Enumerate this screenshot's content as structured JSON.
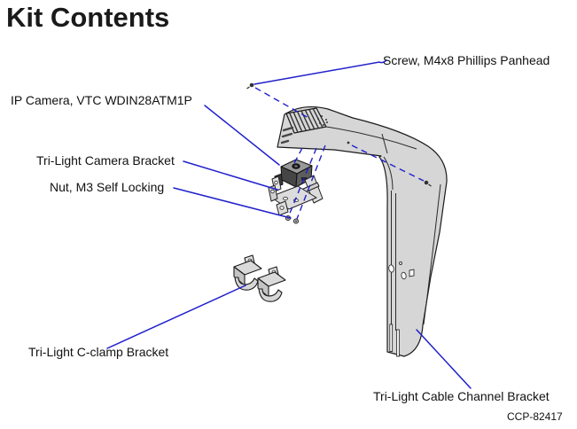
{
  "page": {
    "title": "Kit Contents",
    "figure_code": "CCP-82417"
  },
  "labels": {
    "screw": {
      "text": "Screw, M4x8 Phillips Panhead"
    },
    "ip_camera": {
      "text": "IP Camera, VTC WDIN28ATM1P"
    },
    "camera_bracket": {
      "text": "Tri-Light Camera Bracket"
    },
    "nut": {
      "text": "Nut, M3 Self Locking"
    },
    "c_clamp": {
      "text": "Tri-Light C-clamp Bracket"
    },
    "cable_channel": {
      "text": "Tri-Light Cable Channel Bracket"
    }
  },
  "colors": {
    "leader_line": "#2020cc",
    "text": "#111111",
    "title": "#1a1a1a",
    "part_fill": "#d6d6d6",
    "part_outline": "#1a1a1a",
    "camera_body": "#4a4a4a"
  }
}
